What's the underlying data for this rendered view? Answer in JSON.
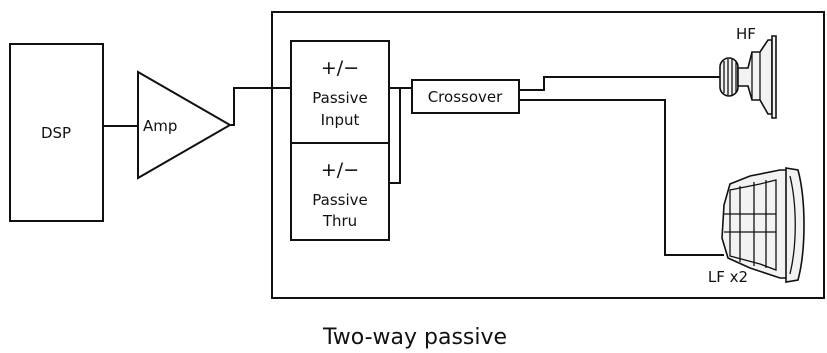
{
  "diagram": {
    "dsp_label": "DSP",
    "amp_label": "Amp",
    "passive_input": {
      "sign": "+/−",
      "line1": "Passive",
      "line2": "Input"
    },
    "passive_thru": {
      "sign": "+/−",
      "line1": "Passive",
      "line2": "Thru"
    },
    "crossover_label": "Crossover",
    "hf_label": "HF",
    "lf_label": "LF x2",
    "caption": "Two-way passive"
  }
}
